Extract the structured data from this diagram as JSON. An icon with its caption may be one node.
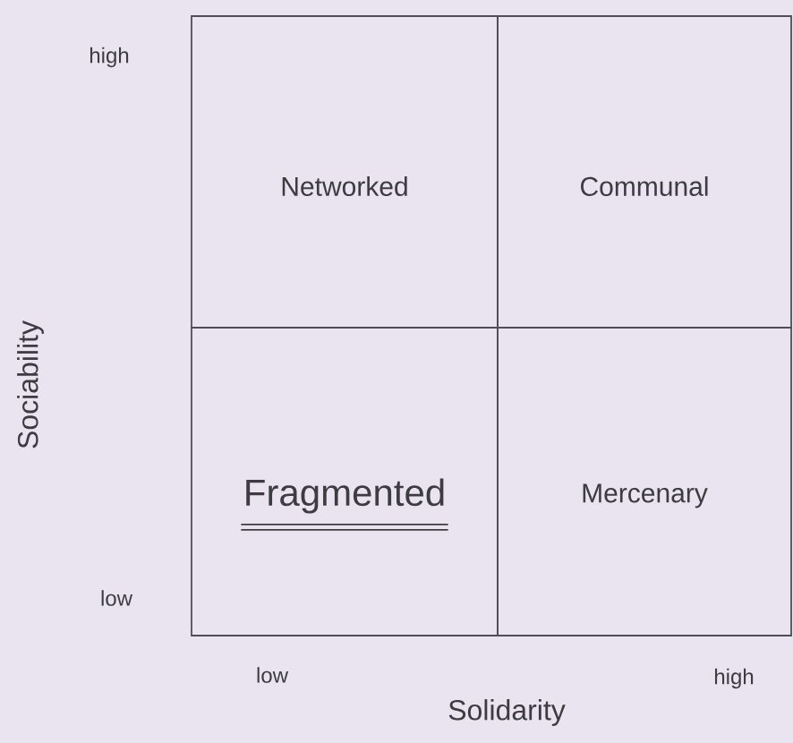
{
  "diagram": {
    "nodes": [
      {
        "text": [
          "Networked"
        ]
      },
      {
        "text": [
          "Communal"
        ]
      },
      {
        "text": [
          "Fragmented"
        ]
      },
      {
        "text": [
          "Mercenary"
        ]
      }
    ],
    "labels": [
      "high",
      "Sociability",
      "low",
      "low",
      "high",
      "Solidarity"
    ]
  }
}
